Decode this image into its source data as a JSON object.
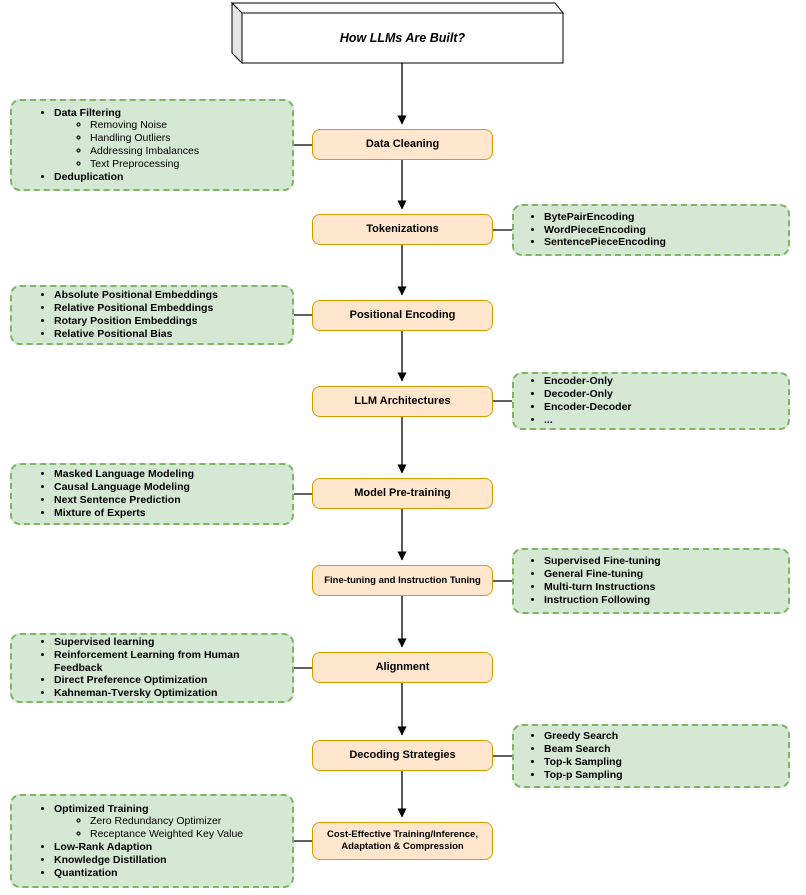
{
  "title": {
    "label": "How LLMs Are Built?"
  },
  "colors": {
    "stage_fill": "#ffe6cc",
    "stage_border": "#d79b00",
    "side_fill": "#d5e8d4",
    "side_border": "#82b366",
    "line": "#000000",
    "text": "#000000"
  },
  "stages": [
    {
      "label": "Data Cleaning"
    },
    {
      "label": "Tokenizations"
    },
    {
      "label": "Positional Encoding"
    },
    {
      "label": "LLM Architectures"
    },
    {
      "label": "Model Pre-training"
    },
    {
      "label": "Fine-tuning and Instruction Tuning"
    },
    {
      "label": "Alignment"
    },
    {
      "label": "Decoding Strategies"
    },
    {
      "label": "Cost-Effective Training/Inference, Adaptation & Compression"
    }
  ],
  "side_boxes": [
    {
      "side": "left",
      "linked_stage": "Data Cleaning",
      "items": [
        {
          "text": "Data Filtering",
          "subs": [
            "Removing Noise",
            "Handling Outliers",
            "Addressing Imbalances",
            "Text Preprocessing"
          ]
        },
        {
          "text": "Deduplication"
        }
      ]
    },
    {
      "side": "right",
      "linked_stage": "Tokenizations",
      "items": [
        {
          "text": "BytePairEncoding"
        },
        {
          "text": "WordPieceEncoding"
        },
        {
          "text": "SentencePieceEncoding"
        }
      ]
    },
    {
      "side": "left",
      "linked_stage": "Positional Encoding",
      "items": [
        {
          "text": "Absolute Positional Embeddings"
        },
        {
          "text": "Relative Positional Embeddings"
        },
        {
          "text": "Rotary Position Embeddings"
        },
        {
          "text": "Relative Positional Bias"
        }
      ]
    },
    {
      "side": "right",
      "linked_stage": "LLM Architectures",
      "items": [
        {
          "text": "Encoder-Only"
        },
        {
          "text": "Decoder-Only"
        },
        {
          "text": "Encoder-Decoder"
        },
        {
          "text": "..."
        }
      ]
    },
    {
      "side": "left",
      "linked_stage": "Model Pre-training",
      "items": [
        {
          "text": "Masked Language Modeling"
        },
        {
          "text": "Causal Language Modeling"
        },
        {
          "text": "Next Sentence Prediction"
        },
        {
          "text": "Mixture of Experts"
        }
      ]
    },
    {
      "side": "right",
      "linked_stage": "Fine-tuning and Instruction Tuning",
      "items": [
        {
          "text": "Supervised Fine-tuning"
        },
        {
          "text": "General Fine-tuning"
        },
        {
          "text": "Multi-turn Instructions"
        },
        {
          "text": "Instruction Following"
        }
      ]
    },
    {
      "side": "left",
      "linked_stage": "Alignment",
      "items": [
        {
          "text": "Supervised learning"
        },
        {
          "text": "Reinforcement Learning from Human Feedback"
        },
        {
          "text": "Direct Preference Optimization"
        },
        {
          "text": "Kahneman-Tversky Optimization"
        }
      ]
    },
    {
      "side": "right",
      "linked_stage": "Decoding Strategies",
      "items": [
        {
          "text": "Greedy Search"
        },
        {
          "text": "Beam Search"
        },
        {
          "text": "Top-k Sampling"
        },
        {
          "text": "Top-p Sampling"
        }
      ]
    },
    {
      "side": "left",
      "linked_stage": "Cost-Effective Training/Inference, Adaptation & Compression",
      "items": [
        {
          "text": "Optimized Training",
          "subs": [
            "Zero Redundancy Optimizer",
            "Receptance Weighted Key Value"
          ]
        },
        {
          "text": "Low-Rank Adaption"
        },
        {
          "text": "Knowledge Distillation"
        },
        {
          "text": "Quantization"
        }
      ]
    }
  ]
}
